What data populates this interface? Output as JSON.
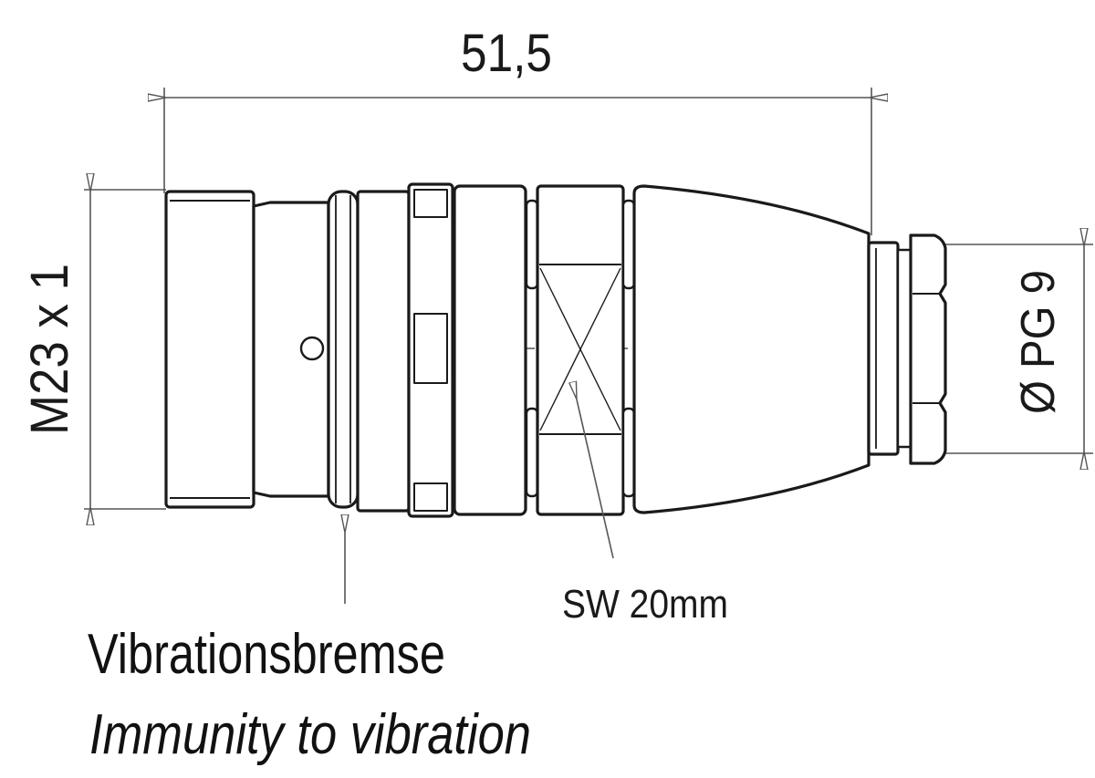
{
  "dimensions": {
    "overall_length": "51,5",
    "thread": "M23 x 1",
    "cable_gland": "Ø PG 9",
    "wrench_size": "SW 20mm"
  },
  "labels": {
    "vibration_de": "Vibrationsbremse",
    "vibration_en": "Immunity to vibration"
  },
  "colors": {
    "outline": "#1a1a1a",
    "dimension_line": "#555555",
    "background": "#ffffff"
  }
}
